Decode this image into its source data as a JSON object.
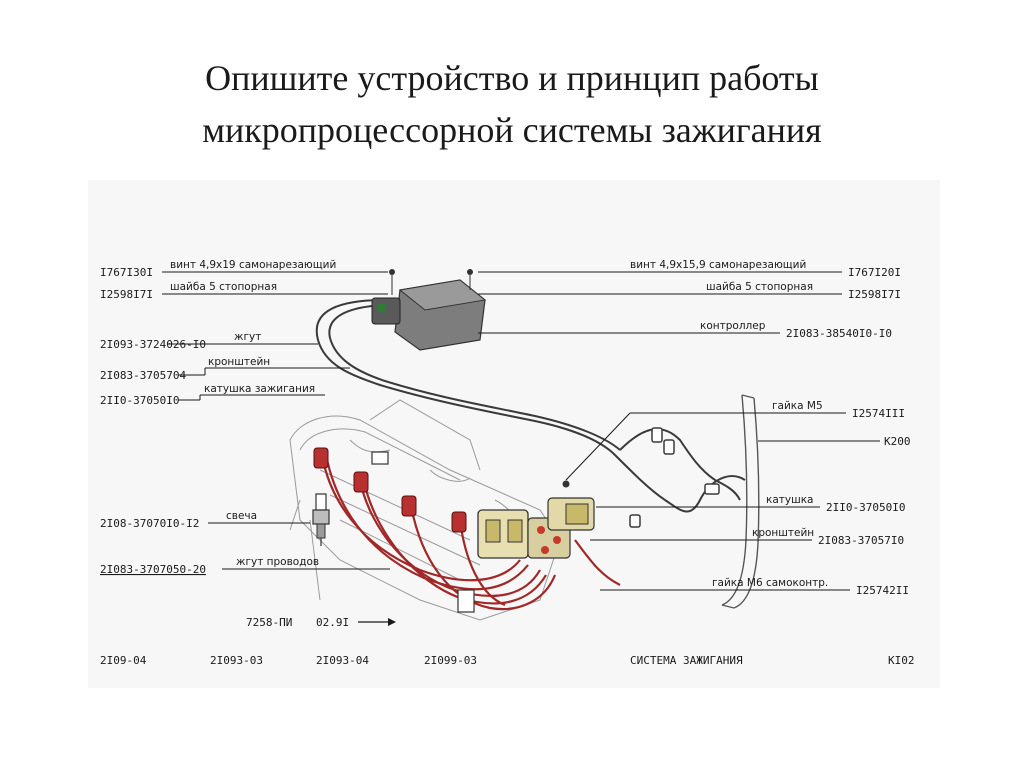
{
  "slide": {
    "title_line1": "Опишите устройство и принцип работы",
    "title_line2": "микропроцессорной системы зажигания"
  },
  "callouts_left": [
    {
      "code": "I767I30I",
      "label": "винт 4,9х19 самонарезающий"
    },
    {
      "code": "I2598I7I",
      "label": "шайба 5 стопорная"
    },
    {
      "code": "2I093-3724026-I0",
      "label": "жгут"
    },
    {
      "code": "2I083-3705704",
      "label": "кронштейн"
    },
    {
      "code": "2II0-37050I0",
      "label": "катушка зажигания"
    },
    {
      "code": "2I08-37070I0-I2",
      "label": "свеча"
    },
    {
      "code": "2I083-3707050-20",
      "label": "жгут проводов"
    }
  ],
  "callouts_right": [
    {
      "code": "I767I20I",
      "label": "винт 4,9х15,9 самонарезающий"
    },
    {
      "code": "I2598I7I",
      "label": "шайба 5 стопорная"
    },
    {
      "code": "2I083-38540I0-I0",
      "label": "контроллер"
    },
    {
      "code": "I2574III",
      "label": "гайка М5"
    },
    {
      "code": "К200",
      "label": ""
    },
    {
      "code": "2II0-37050I0",
      "label": "катушка"
    },
    {
      "code": "2I083-37057I0",
      "label": "кронштейн"
    },
    {
      "code": "I25742II",
      "label": "гайка М6 самоконтр."
    }
  ],
  "figure_ref": {
    "number": "7258-ПИ",
    "date": "02.9I"
  },
  "footer": {
    "models": [
      "2I09-04",
      "2I093-03",
      "2I093-04",
      "2I099-03"
    ],
    "section_title": "СИСТЕМА ЗАЖИГАНИЯ",
    "page_code": "КI02"
  }
}
